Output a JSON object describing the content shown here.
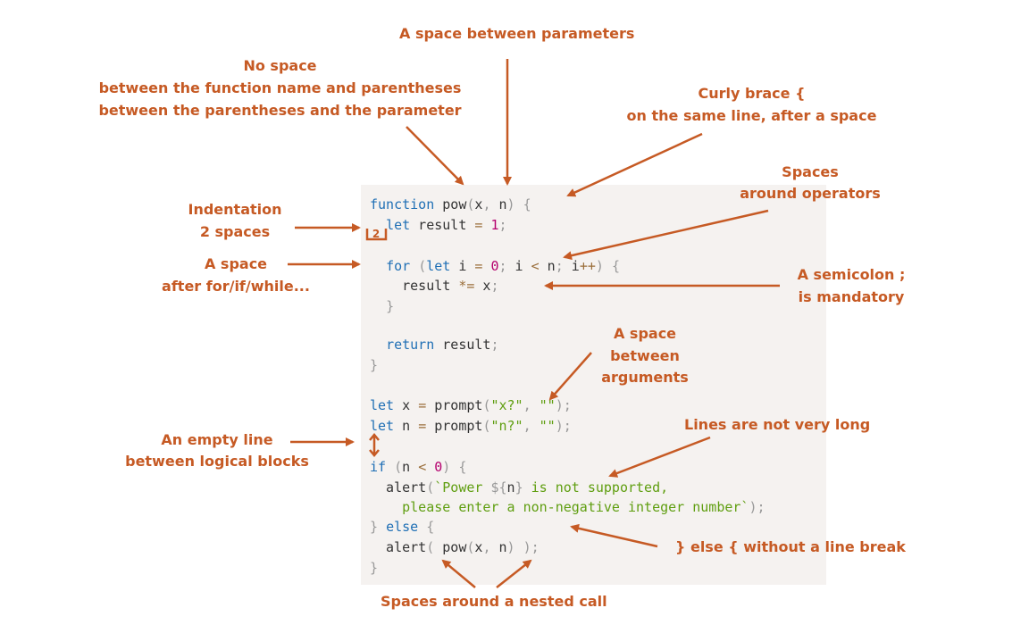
{
  "colors": {
    "annotation": "#c65a24",
    "code_background": "#f5f2f0",
    "keyword": "#1f6fb5",
    "number": "#b5006e",
    "string": "#5f9e10",
    "operator": "#9a6e3a",
    "punctuation": "#999999",
    "text": "#333333"
  },
  "code_lines": [
    [
      {
        "t": "kw",
        "v": "function"
      },
      {
        "t": "fn",
        "v": " pow"
      },
      {
        "t": "pun",
        "v": "("
      },
      {
        "t": "fn",
        "v": "x"
      },
      {
        "t": "pun",
        "v": ","
      },
      {
        "t": "fn",
        "v": " n"
      },
      {
        "t": "pun",
        "v": ")"
      },
      {
        "t": "fn",
        "v": " "
      },
      {
        "t": "pun",
        "v": "{"
      }
    ],
    [
      {
        "t": "fn",
        "v": "  "
      },
      {
        "t": "kw",
        "v": "let"
      },
      {
        "t": "fn",
        "v": " result "
      },
      {
        "t": "op",
        "v": "="
      },
      {
        "t": "fn",
        "v": " "
      },
      {
        "t": "num",
        "v": "1"
      },
      {
        "t": "pun",
        "v": ";"
      }
    ],
    [],
    [
      {
        "t": "fn",
        "v": "  "
      },
      {
        "t": "kw",
        "v": "for"
      },
      {
        "t": "fn",
        "v": " "
      },
      {
        "t": "pun",
        "v": "("
      },
      {
        "t": "kw",
        "v": "let"
      },
      {
        "t": "fn",
        "v": " i "
      },
      {
        "t": "op",
        "v": "="
      },
      {
        "t": "fn",
        "v": " "
      },
      {
        "t": "num",
        "v": "0"
      },
      {
        "t": "pun",
        "v": ";"
      },
      {
        "t": "fn",
        "v": " i "
      },
      {
        "t": "op",
        "v": "<"
      },
      {
        "t": "fn",
        "v": " n"
      },
      {
        "t": "pun",
        "v": ";"
      },
      {
        "t": "fn",
        "v": " i"
      },
      {
        "t": "op",
        "v": "++"
      },
      {
        "t": "pun",
        "v": ")"
      },
      {
        "t": "fn",
        "v": " "
      },
      {
        "t": "pun",
        "v": "{"
      }
    ],
    [
      {
        "t": "fn",
        "v": "    result "
      },
      {
        "t": "op",
        "v": "*="
      },
      {
        "t": "fn",
        "v": " x"
      },
      {
        "t": "pun",
        "v": ";"
      }
    ],
    [
      {
        "t": "fn",
        "v": "  "
      },
      {
        "t": "pun",
        "v": "}"
      }
    ],
    [],
    [
      {
        "t": "fn",
        "v": "  "
      },
      {
        "t": "kw",
        "v": "return"
      },
      {
        "t": "fn",
        "v": " result"
      },
      {
        "t": "pun",
        "v": ";"
      }
    ],
    [
      {
        "t": "pun",
        "v": "}"
      }
    ],
    [],
    [
      {
        "t": "kw",
        "v": "let"
      },
      {
        "t": "fn",
        "v": " x "
      },
      {
        "t": "op",
        "v": "="
      },
      {
        "t": "fn",
        "v": " prompt"
      },
      {
        "t": "pun",
        "v": "("
      },
      {
        "t": "str",
        "v": "\"x?\""
      },
      {
        "t": "pun",
        "v": ","
      },
      {
        "t": "fn",
        "v": " "
      },
      {
        "t": "str",
        "v": "\"\""
      },
      {
        "t": "pun",
        "v": ");"
      }
    ],
    [
      {
        "t": "kw",
        "v": "let"
      },
      {
        "t": "fn",
        "v": " n "
      },
      {
        "t": "op",
        "v": "="
      },
      {
        "t": "fn",
        "v": " prompt"
      },
      {
        "t": "pun",
        "v": "("
      },
      {
        "t": "str",
        "v": "\"n?\""
      },
      {
        "t": "pun",
        "v": ","
      },
      {
        "t": "fn",
        "v": " "
      },
      {
        "t": "str",
        "v": "\"\""
      },
      {
        "t": "pun",
        "v": ");"
      }
    ],
    [],
    [
      {
        "t": "kw",
        "v": "if"
      },
      {
        "t": "fn",
        "v": " "
      },
      {
        "t": "pun",
        "v": "("
      },
      {
        "t": "fn",
        "v": "n "
      },
      {
        "t": "op",
        "v": "<"
      },
      {
        "t": "fn",
        "v": " "
      },
      {
        "t": "num",
        "v": "0"
      },
      {
        "t": "pun",
        "v": ")"
      },
      {
        "t": "fn",
        "v": " "
      },
      {
        "t": "pun",
        "v": "{"
      }
    ],
    [
      {
        "t": "fn",
        "v": "  alert"
      },
      {
        "t": "pun",
        "v": "("
      },
      {
        "t": "str",
        "v": "`Power "
      },
      {
        "t": "pun",
        "v": "${"
      },
      {
        "t": "fn",
        "v": "n"
      },
      {
        "t": "pun",
        "v": "}"
      },
      {
        "t": "str",
        "v": " is not supported,"
      }
    ],
    [
      {
        "t": "str",
        "v": "    please enter a non-negative integer number`"
      },
      {
        "t": "pun",
        "v": ");"
      }
    ],
    [
      {
        "t": "pun",
        "v": "}"
      },
      {
        "t": "fn",
        "v": " "
      },
      {
        "t": "kw",
        "v": "else"
      },
      {
        "t": "fn",
        "v": " "
      },
      {
        "t": "pun",
        "v": "{"
      }
    ],
    [
      {
        "t": "fn",
        "v": "  alert"
      },
      {
        "t": "pun",
        "v": "("
      },
      {
        "t": "fn",
        "v": " pow"
      },
      {
        "t": "pun",
        "v": "("
      },
      {
        "t": "fn",
        "v": "x"
      },
      {
        "t": "pun",
        "v": ","
      },
      {
        "t": "fn",
        "v": " n"
      },
      {
        "t": "pun",
        "v": ")"
      },
      {
        "t": "fn",
        "v": " "
      },
      {
        "t": "pun",
        "v": ");"
      }
    ],
    [
      {
        "t": "pun",
        "v": "}"
      }
    ]
  ],
  "indent_marker": "2",
  "annotations": {
    "space_between_params": "A space between parameters",
    "no_space_1": "No space",
    "no_space_2": "between the function name and parentheses",
    "no_space_3": "between the parentheses and the parameter",
    "curly_1": "Curly brace {",
    "curly_2": "on the same line, after a space",
    "spaces_ops_1": "Spaces",
    "spaces_ops_2": "around operators",
    "indent_1": "Indentation",
    "indent_2": "2 spaces",
    "space_for_1": "A space",
    "space_for_2": "after for/if/while...",
    "semicolon_1": "A semicolon ;",
    "semicolon_2": "is mandatory",
    "space_args_1": "A space",
    "space_args_2": "between",
    "space_args_3": "arguments",
    "empty_line_1": "An empty line",
    "empty_line_2": "between logical blocks",
    "long_lines": "Lines are not very long",
    "else": "} else { without a line break",
    "nested_call": "Spaces around a nested call"
  }
}
